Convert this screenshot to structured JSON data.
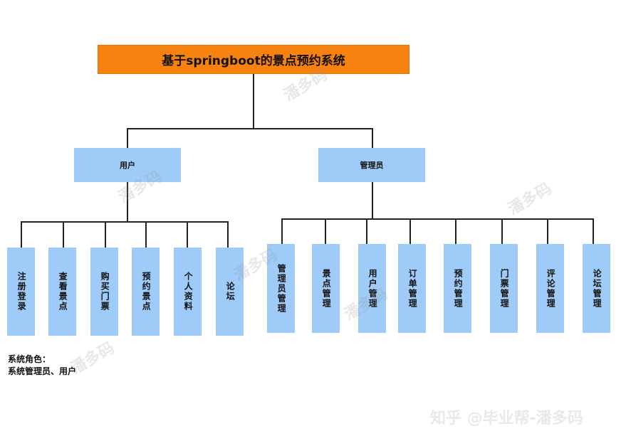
{
  "title": "基于springboot的景点预约系统",
  "roles": {
    "user": "用户",
    "admin": "管理员"
  },
  "user_functions": [
    "注册登录",
    "查看景点",
    "购买门票",
    "预约景点",
    "个人资料",
    "论坛"
  ],
  "admin_functions": [
    "管理员管理",
    "景点管理",
    "用户管理",
    "订单管理",
    "预约管理",
    "门票管理",
    "评论管理",
    "论坛管理"
  ],
  "notes": {
    "line1": "系统角色：",
    "line2": "系统管理员、用户"
  },
  "watermark_text": "潘多码",
  "brand_text": "知乎 @毕业帮-潘多码",
  "colors": {
    "root": "#f78210",
    "node": "#9ecbf7",
    "line": "#222222"
  }
}
